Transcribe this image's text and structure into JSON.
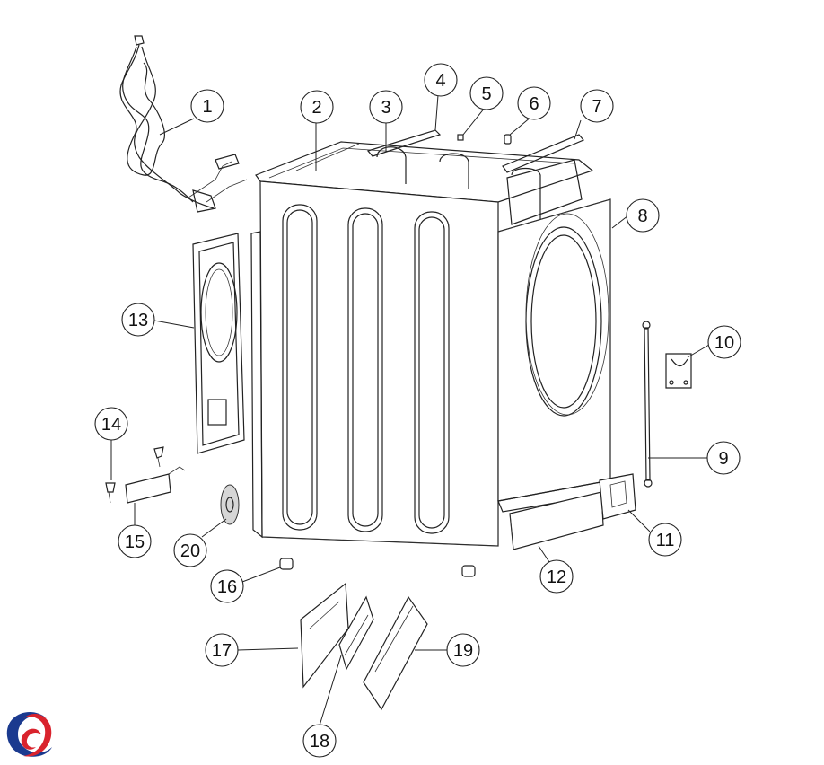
{
  "diagram": {
    "callouts": [
      {
        "id": "1",
        "label": "1"
      },
      {
        "id": "2",
        "label": "2"
      },
      {
        "id": "3",
        "label": "3"
      },
      {
        "id": "4",
        "label": "4"
      },
      {
        "id": "5",
        "label": "5"
      },
      {
        "id": "6",
        "label": "6"
      },
      {
        "id": "7",
        "label": "7"
      },
      {
        "id": "8",
        "label": "8"
      },
      {
        "id": "9",
        "label": "9"
      },
      {
        "id": "10",
        "label": "10"
      },
      {
        "id": "11",
        "label": "11"
      },
      {
        "id": "12",
        "label": "12"
      },
      {
        "id": "13",
        "label": "13"
      },
      {
        "id": "14",
        "label": "14"
      },
      {
        "id": "15",
        "label": "15"
      },
      {
        "id": "16",
        "label": "16"
      },
      {
        "id": "17",
        "label": "17"
      },
      {
        "id": "18",
        "label": "18"
      },
      {
        "id": "19",
        "label": "19"
      },
      {
        "id": "20",
        "label": "20"
      }
    ],
    "logo": {
      "icon": "brand-swirl-icon",
      "colors": [
        "#1b3a8f",
        "#d9232d"
      ]
    }
  }
}
